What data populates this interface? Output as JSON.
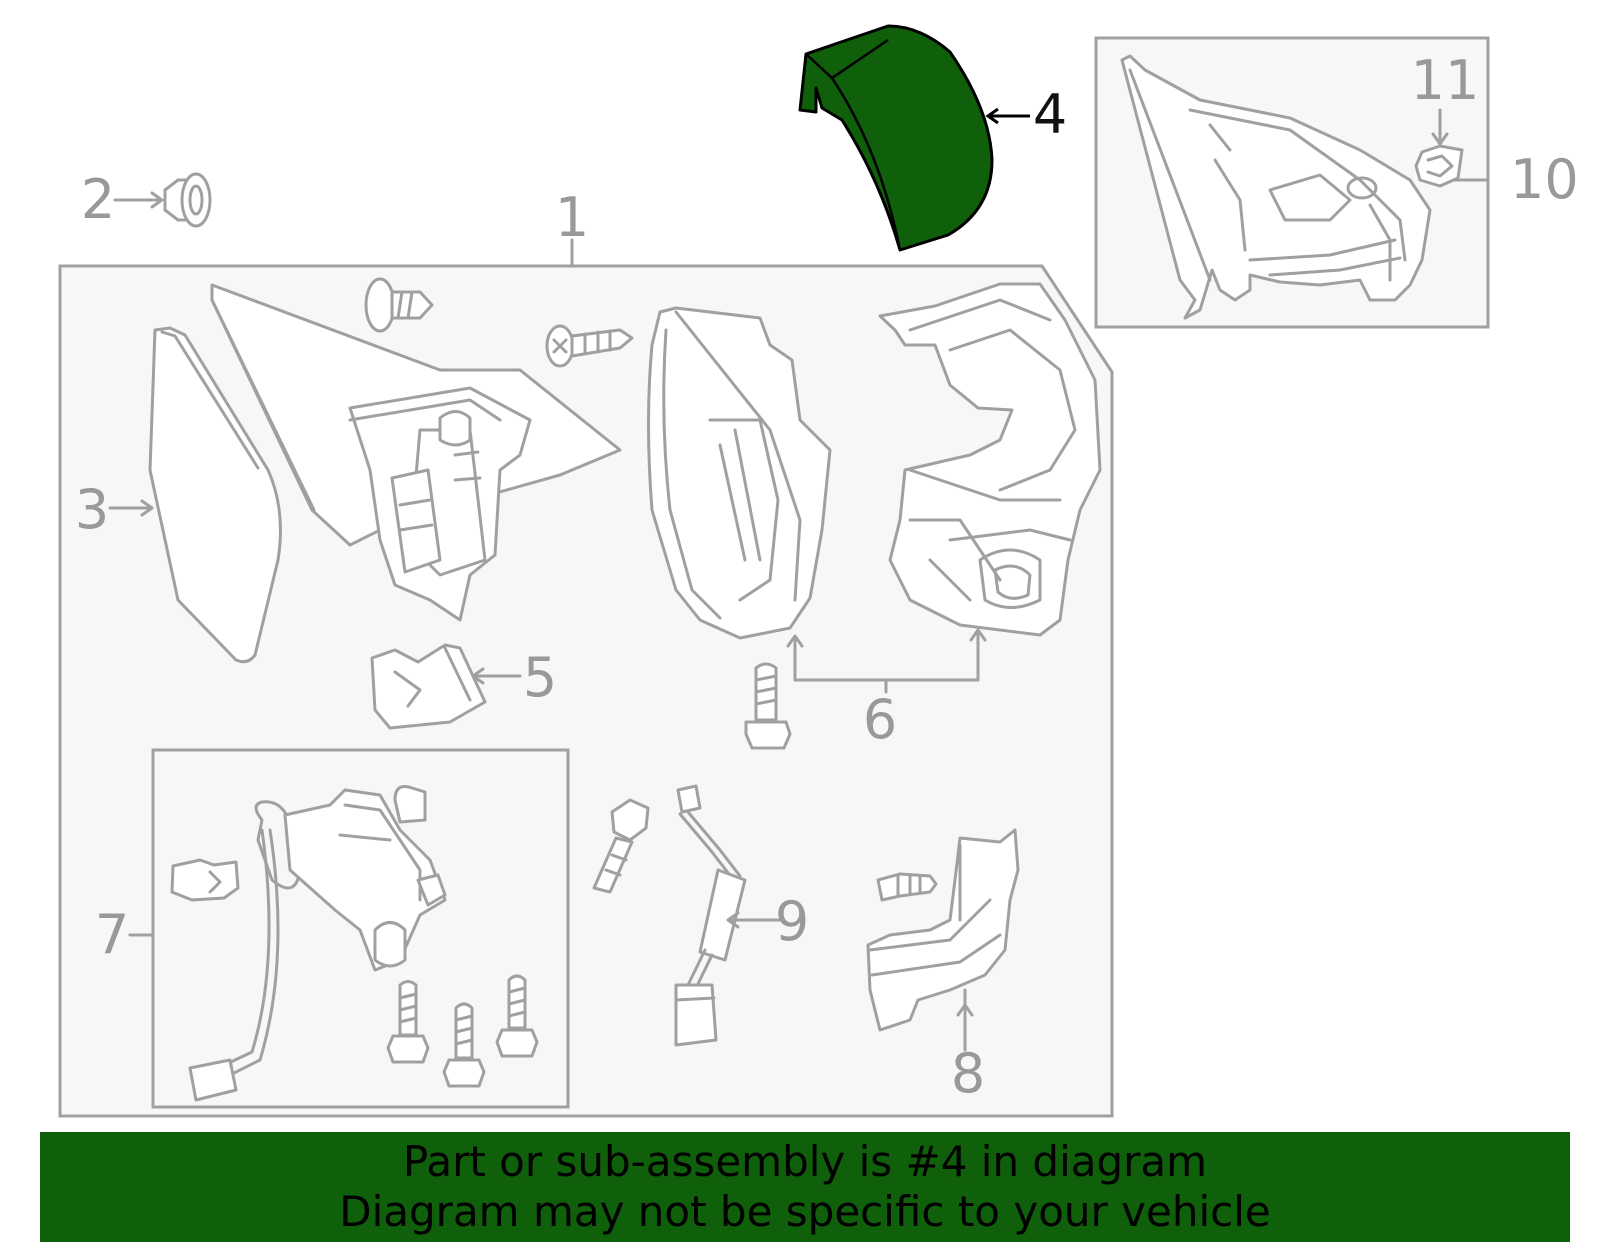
{
  "diagram": {
    "callouts": [
      "1",
      "2",
      "3",
      "4",
      "5",
      "6",
      "7",
      "8",
      "9",
      "10",
      "11"
    ],
    "highlight_part": "4",
    "highlight_color": "#0f5f0b",
    "line_color": "#a0a0a0",
    "panel_fill": "#f7f7f7"
  },
  "banner": {
    "line1": "Part or sub-assembly is #4 in diagram",
    "line2": "Diagram may not be specific to your vehicle",
    "background": "#0f5f0b"
  }
}
